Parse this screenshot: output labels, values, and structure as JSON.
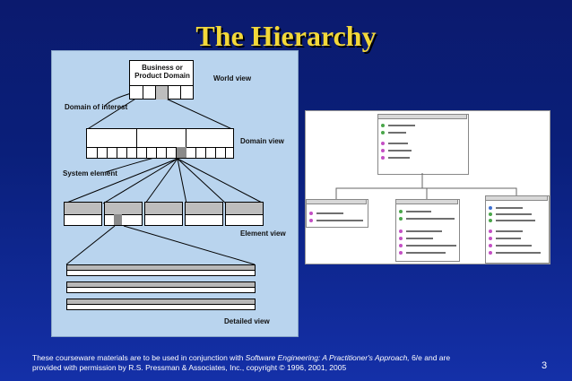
{
  "slide": {
    "title": "The Hierarchy",
    "page_number": "3"
  },
  "diagram": {
    "top_box_line1": "Business or",
    "top_box_line2": "Product Domain",
    "world_view": "World view",
    "domain_of_interest": "Domain of interest",
    "domain_view": "Domain view",
    "system_element": "System element",
    "element_view": "Element view",
    "detailed_view": "Detailed view"
  },
  "footer": {
    "text_before": "These courseware materials are to be used in conjunction with ",
    "book_title": "Software Engineering: A Practitioner's Approach,",
    "text_after_line1": " 6/e and are",
    "line2": "provided with permission by R.S. Pressman & Associates, Inc., copyright © 1996, 2001, 2005"
  },
  "colors": {
    "title": "#f3d83a",
    "background": "#0a1f7a",
    "diagram_bg": "#b9d4ee"
  }
}
